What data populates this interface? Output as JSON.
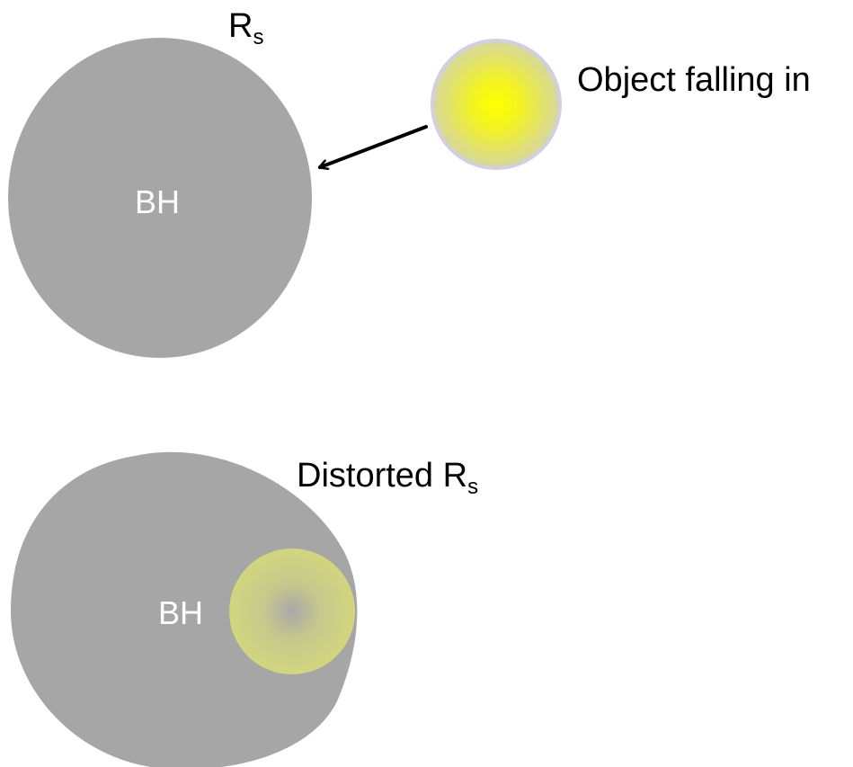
{
  "top_panel": {
    "rs_label": "R",
    "rs_subscript": "s",
    "bh_label": "BH",
    "object_label": "Object falling in"
  },
  "bottom_panel": {
    "distorted_label": "Distorted R",
    "distorted_subscript": "s",
    "bh_label": "BH"
  },
  "colors": {
    "black_hole": "#a6a6a6",
    "object_core": "#ffff00",
    "object_edge": "#d6d6a0",
    "object_rim": "#d0d0e0",
    "merged_core": "#a8a8a8",
    "merged_edge": "#d2d67e",
    "arrow": "#000000"
  }
}
